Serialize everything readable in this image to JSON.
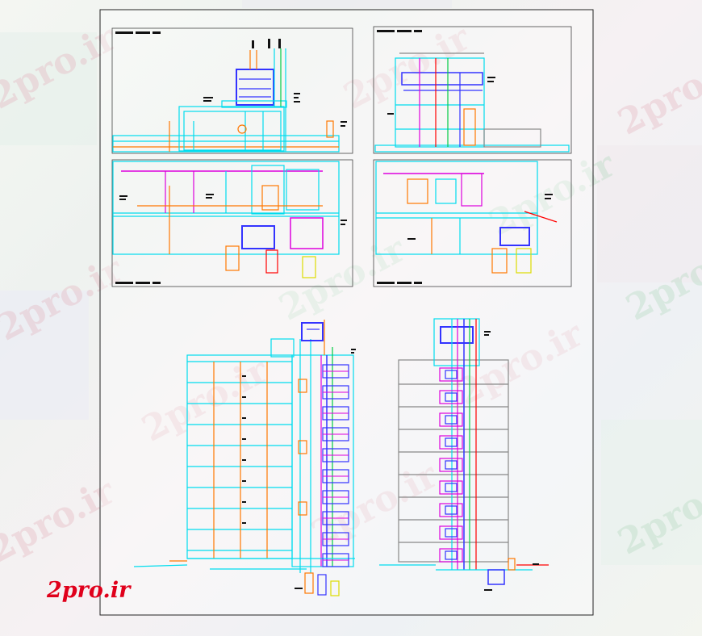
{
  "watermark": {
    "text": "2pro.ir"
  },
  "brand": {
    "logo_text": "2pro.ir",
    "color": "#e0001b"
  },
  "drawing": {
    "colors": {
      "cyan": "#00ddee",
      "orange": "#ff7700",
      "blue": "#3333ff",
      "magenta": "#dd00dd",
      "red": "#ff0000",
      "yellow": "#dddd00",
      "green": "#00cc44",
      "gray": "#888888",
      "black": "#111111"
    },
    "panels": [
      "top-left-upper-elevation",
      "top-right-upper-elevation",
      "top-left-lower-elevation",
      "top-right-lower-elevation",
      "bottom-left-building-section",
      "bottom-right-building-section"
    ]
  }
}
